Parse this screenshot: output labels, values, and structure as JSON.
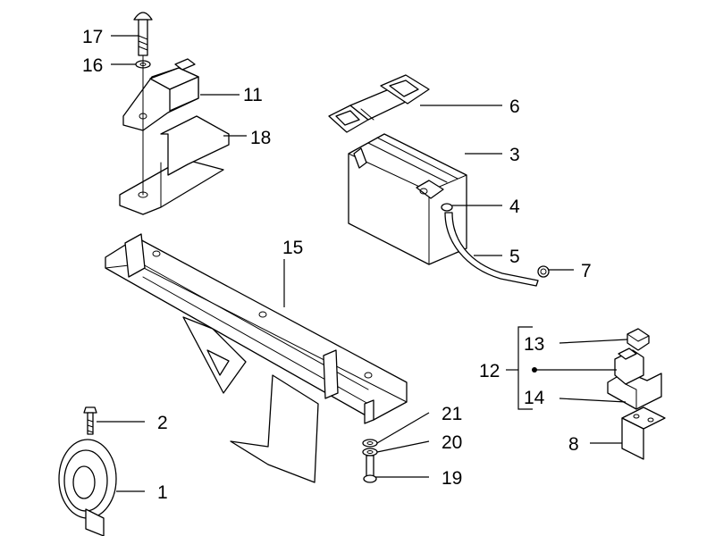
{
  "callouts": {
    "c1": "1",
    "c2": "2",
    "c3": "3",
    "c4": "4",
    "c5": "5",
    "c6": "6",
    "c7": "7",
    "c8": "8",
    "c11": "11",
    "c12": "12",
    "c13": "13",
    "c14": "14",
    "c15": "15",
    "c16": "16",
    "c17": "17",
    "c18": "18",
    "c19": "19",
    "c20": "20",
    "c21": "21"
  },
  "colors": {
    "ink": "#000000",
    "paper": "#ffffff"
  }
}
